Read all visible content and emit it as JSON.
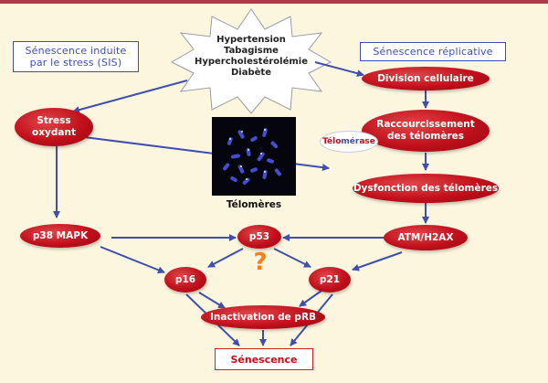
{
  "diagram": {
    "left_box": {
      "line1": "Sénescence induite",
      "line2": "par le stress (SIS)"
    },
    "right_box": "Sénescence réplicative",
    "risk_factors": [
      "Hypertension",
      "Tabagisme",
      "Hypercholestérolémie",
      "Diabète"
    ],
    "nodes": {
      "stress": {
        "line1": "Stress",
        "line2": "oxydant"
      },
      "division": "Division cellulaire",
      "shortening": {
        "line1": "Raccourcissement",
        "line2": "des télomères"
      },
      "dysfunction": "Dysfonction des télomères",
      "p38": "p38 MAPK",
      "p53": "p53",
      "atm": "ATM/H2AX",
      "p16": "p16",
      "p21": "p21",
      "prb": "Inactivation de pRB"
    },
    "telomerase": {
      "start": "Télo",
      "mid": "mér",
      "end": "ase"
    },
    "photo_label": "Télomères",
    "question_mark": "?",
    "outcome": "Sénescence"
  },
  "colors": {
    "background": "#fdf6df",
    "node_red": "#c0101b",
    "arrow_blue": "#3f4fb0",
    "question_orange": "#f07f1e",
    "top_rule": "#b03a49"
  }
}
